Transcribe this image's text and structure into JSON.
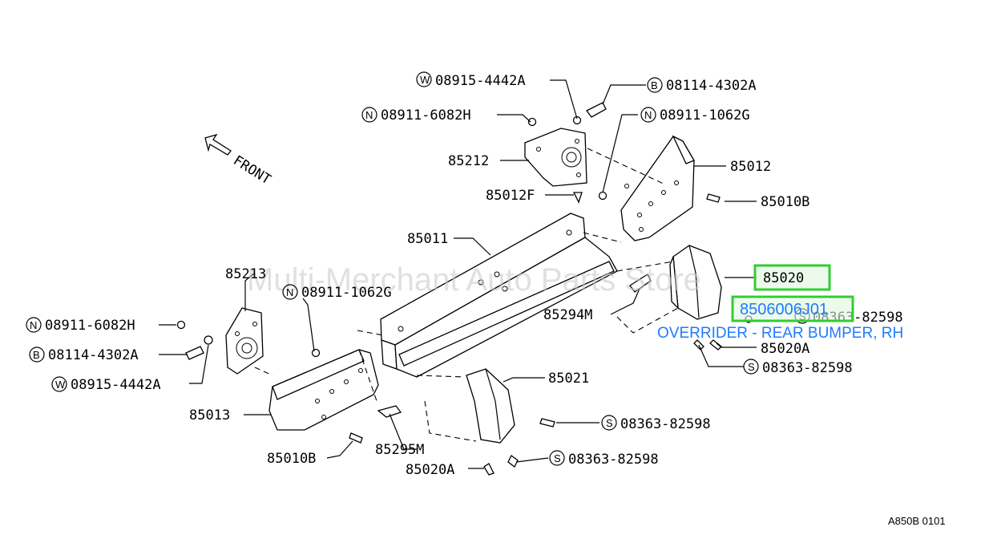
{
  "watermark": "Multi-Merchant Auto Parts Store",
  "front_label": "FRONT",
  "diagram_code": "A850B 0101",
  "highlighted_part": {
    "part_no": "85020",
    "catalog_no": "8506006J01",
    "description": "OVERRIDER - REAR BUMPER, RH"
  },
  "callouts": {
    "w_top": {
      "prefix": "W",
      "text": "08915-4442A"
    },
    "b_top": {
      "prefix": "B",
      "text": "08114-4302A"
    },
    "n_top_left": {
      "prefix": "N",
      "text": "08911-6082H"
    },
    "n_top_right": {
      "prefix": "N",
      "text": "08911-1062G"
    },
    "p85212": {
      "text": "85212"
    },
    "p85012": {
      "text": "85012"
    },
    "p85012f": {
      "text": "85012F"
    },
    "p85010b_r": {
      "text": "85010B"
    },
    "p85011": {
      "text": "85011"
    },
    "p85213": {
      "text": "85213"
    },
    "n_mid": {
      "prefix": "N",
      "text": "08911-1062G"
    },
    "p85020": {
      "text": "85020"
    },
    "p85294m": {
      "text": "85294M"
    },
    "s_r1": {
      "prefix": "S",
      "text": "08363-82598"
    },
    "p85020a_r": {
      "text": "85020A"
    },
    "s_r2": {
      "prefix": "S",
      "text": "08363-82598"
    },
    "n_left": {
      "prefix": "N",
      "text": "08911-6082H"
    },
    "b_left": {
      "prefix": "B",
      "text": "08114-4302A"
    },
    "w_left": {
      "prefix": "W",
      "text": "08915-4442A"
    },
    "p85021": {
      "text": "85021"
    },
    "p85013": {
      "text": "85013"
    },
    "s_b1": {
      "prefix": "S",
      "text": "08363-82598"
    },
    "p85295m": {
      "text": "85295M"
    },
    "p85010b_l": {
      "text": "85010B"
    },
    "s_b2": {
      "prefix": "S",
      "text": "08363-82598"
    },
    "p85020a_b": {
      "text": "85020A"
    }
  }
}
